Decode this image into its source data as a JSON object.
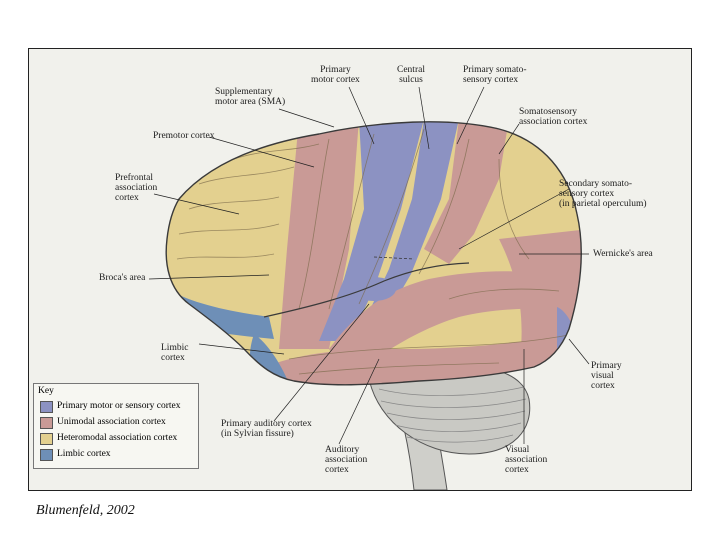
{
  "credit": "Blumenfeld, 2002",
  "colors": {
    "primary": "#8c92c2",
    "unimodal": "#c99a96",
    "heteromodal": "#e3d08f",
    "limbic": "#6e8fb7",
    "cerebellum": "#c9c9c4",
    "background": "#f1f1ec"
  },
  "labels": {
    "primary_motor": "Primary\nmotor cortex",
    "central_sulcus": "Central\nsulcus",
    "primary_somatosensory": "Primary somato-\nsensory cortex",
    "sma": "Supplementary\nmotor area (SMA)",
    "somatosensory_association": "Somatosensory\nassociation cortex",
    "premotor": "Premotor cortex",
    "prefrontal": "Prefrontal\nassociation\ncortex",
    "secondary_somatosensory": "Secondary somato-\nsensory cortex\n(in parietal operculum)",
    "wernicke": "Wernicke's area",
    "broca": "Broca's area",
    "limbic": "Limbic\ncortex",
    "primary_visual": "Primary\nvisual\ncortex",
    "primary_auditory": "Primary auditory cortex\n(in Sylvian fissure)",
    "auditory_association": "Auditory\nassociation\ncortex",
    "visual_association": "Visual\nassociation\ncortex"
  },
  "key": {
    "title": "Key",
    "items": [
      {
        "label": "Primary motor or sensory cortex",
        "color": "#8c92c2"
      },
      {
        "label": "Unimodal association cortex",
        "color": "#c99a96"
      },
      {
        "label": "Heteromodal association cortex",
        "color": "#e3d08f"
      },
      {
        "label": "Limbic cortex",
        "color": "#6e8fb7"
      }
    ]
  }
}
